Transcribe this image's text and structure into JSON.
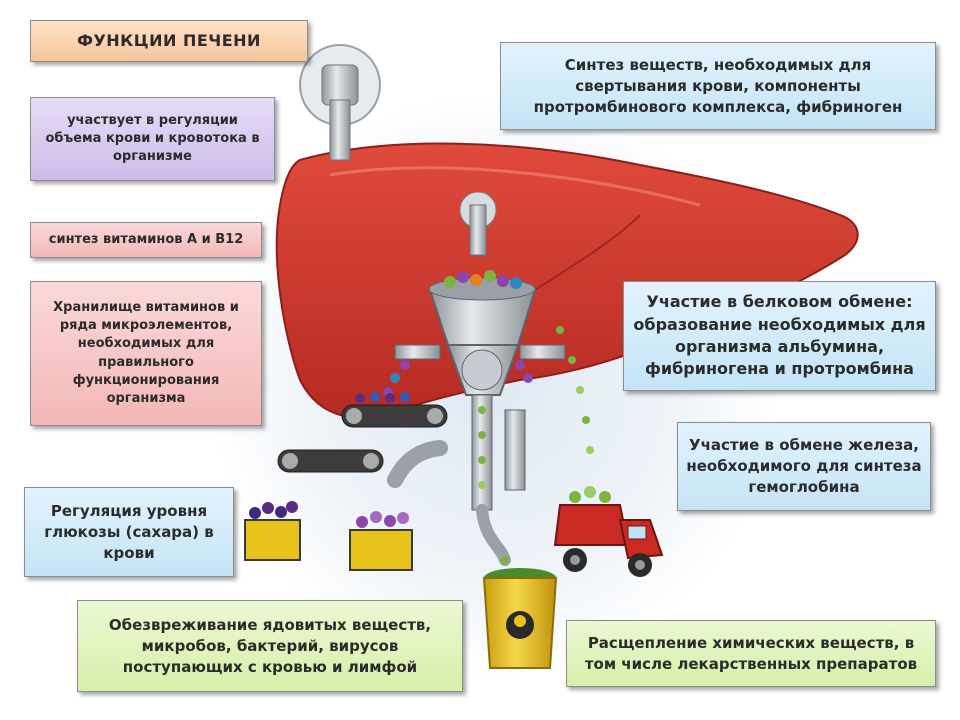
{
  "title": "ФУНКЦИИ ПЕЧЕНИ",
  "functions": {
    "blood_volume": "участвует в регуляции объема крови и кровотока в организме",
    "vitamin_synthesis": "синтез витаминов А и В12",
    "storage": "Хранилище витаминов и ряда микроэлементов, необходимых для правильного функционирования организма",
    "glucose": "Регуляция уровня глюкозы (сахара) в крови",
    "detox": "Обезвреживание ядовитых веществ, микробов, бактерий, вирусов поступающих с кровью и лимфой",
    "coagulation": "Синтез веществ, необходимых для свертывания крови, компоненты протромбинового комплекса, фибриноген",
    "protein": "Участие в белковом обмене: образование необходимых для организма альбумина, фибриногена и протромбина",
    "iron": "Участие в обмене железа, необходимого для синтеза гемоглобина",
    "chemical": "Расщепление химических веществ, в том числе лекарственных препаратов"
  },
  "colors": {
    "liver": "#c8352c",
    "liver_dark": "#9e2620",
    "metal": "#b9bec5",
    "truck": "#c92a24",
    "bucket": "#e8c21c",
    "bin": "#e6c21a"
  },
  "icons": [
    "faucet-icon",
    "funnel-icon",
    "conveyor-icon",
    "truck-icon",
    "toxic-bucket-icon",
    "bin-icon"
  ]
}
